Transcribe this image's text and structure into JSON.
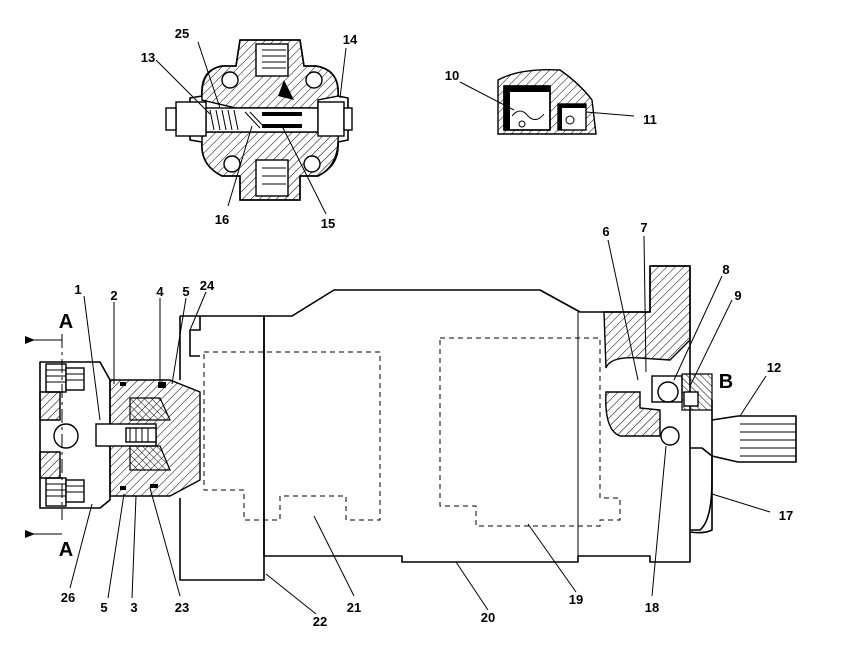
{
  "callouts": {
    "c1": "1",
    "c2": "2",
    "c3": "3",
    "c4": "4",
    "c5a": "5",
    "c5b": "5",
    "c6": "6",
    "c7": "7",
    "c8": "8",
    "c9": "9",
    "c10": "10",
    "c11": "11",
    "c12": "12",
    "c13": "13",
    "c14": "14",
    "c15": "15",
    "c16": "16",
    "c17": "17",
    "c18": "18",
    "c19": "19",
    "c20": "20",
    "c21": "21",
    "c22": "22",
    "c23": "23",
    "c24": "24",
    "c25": "25",
    "c26": "26"
  },
  "section_labels": {
    "a_top": "A",
    "a_bottom": "A",
    "b": "B"
  }
}
